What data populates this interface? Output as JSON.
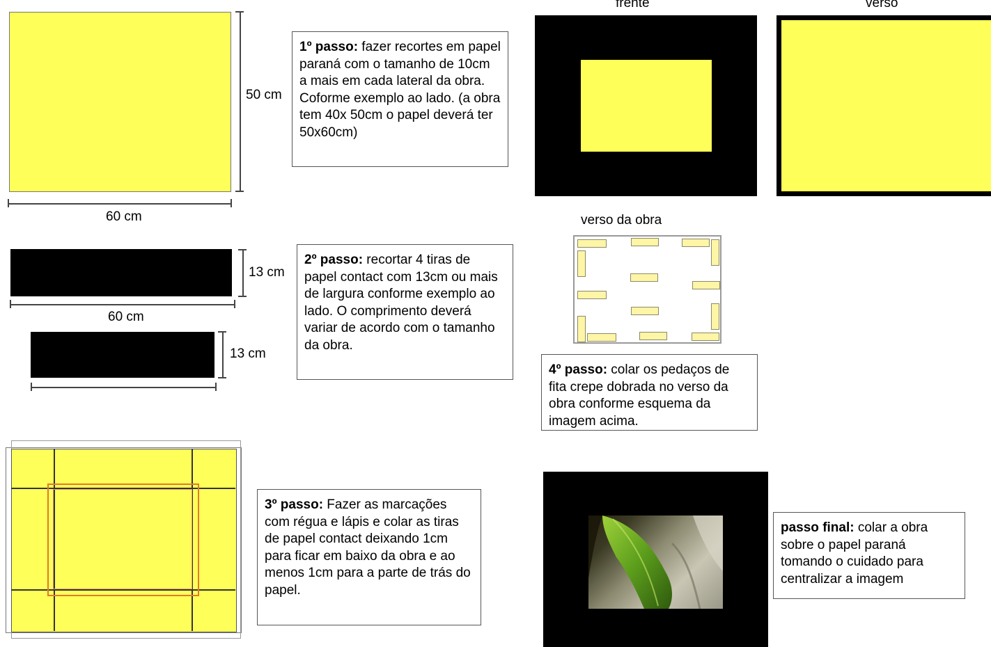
{
  "step1": {
    "title": "1º passo:",
    "text": " fazer recortes em papel paraná com o tamanho de 10cm a mais em cada lateral da obra. Coforme exemplo ao lado. (a obra tem 40x 50cm o papel deverá ter 50x60cm)",
    "dim_height": "50 cm",
    "dim_width": "60 cm"
  },
  "step2": {
    "title": "2º passo:",
    "text": " recortar 4 tiras de papel contact com 13cm ou mais de largura conforme exemplo ao lado. O comprimento deverá variar de acordo com o tamanho da obra.",
    "strip1_height": "13 cm",
    "strip1_width": "60 cm",
    "strip2_height": "13 cm"
  },
  "step3": {
    "title": "3º passo:",
    "text": " Fazer as marcações com régua e lápis e colar as tiras de papel contact deixando 1cm para ficar em baixo da obra e ao menos 1cm para a parte de trás do papel."
  },
  "views": {
    "front_label": "frente",
    "back_label": "verso"
  },
  "step4": {
    "diagram_label": "verso da obra",
    "title": "4º passo:",
    "text": " colar os pedaços de fita crepe dobrada no verso da obra conforme esquema da imagem acima."
  },
  "final": {
    "title": "passo final:",
    "text": " colar a obra sobre o papel paraná tomando o cuidado para centralizar a imagem"
  },
  "colors": {
    "yellow": "#ffff5a",
    "black": "#000000",
    "tape": "#fff5a6"
  }
}
